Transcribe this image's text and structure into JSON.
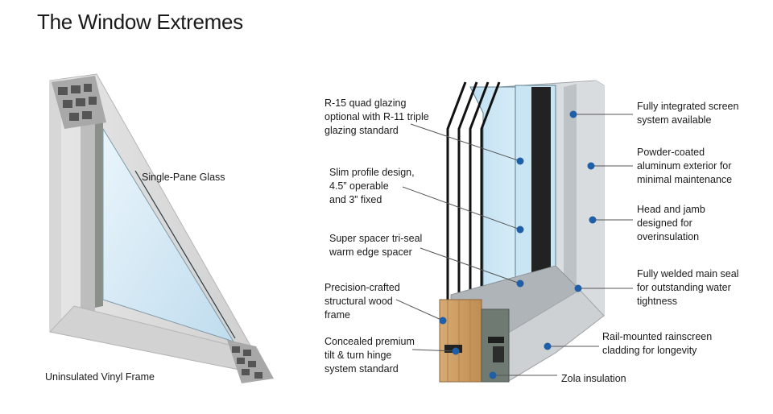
{
  "title": "The Window Extremes",
  "colors": {
    "leader": "#555555",
    "dot": "#1f5fa8",
    "glass": "#cfe6f4",
    "wood": "#c99a5f"
  },
  "left": {
    "glass_label": "Single-Pane Glass",
    "frame_label": "Uninsulated Vinyl Frame"
  },
  "right_callouts": {
    "left_side": [
      {
        "lines": [
          "R-15 quad glazing",
          "optional with R-11 triple",
          "glazing standard"
        ]
      },
      {
        "lines": [
          "Slim profile design,",
          "4.5” operable",
          "and 3” fixed"
        ]
      },
      {
        "lines": [
          "Super spacer tri-seal",
          "warm edge spacer"
        ]
      },
      {
        "lines": [
          "Precision-crafted",
          "structural wood",
          "frame"
        ]
      },
      {
        "lines": [
          "Concealed premium",
          "tilt & turn hinge",
          "system standard"
        ]
      }
    ],
    "right_side": [
      {
        "lines": [
          "Fully integrated screen",
          "system available"
        ]
      },
      {
        "lines": [
          "Powder-coated",
          "aluminum exterior for",
          "minimal maintenance"
        ]
      },
      {
        "lines": [
          "Head and jamb",
          "designed for",
          "overinsulation"
        ]
      },
      {
        "lines": [
          "Fully welded main seal",
          "for outstanding water",
          "tightness"
        ]
      },
      {
        "lines": [
          "Rail-mounted rainscreen",
          "cladding for longevity"
        ]
      },
      {
        "lines": [
          "Zola insulation"
        ]
      }
    ]
  }
}
